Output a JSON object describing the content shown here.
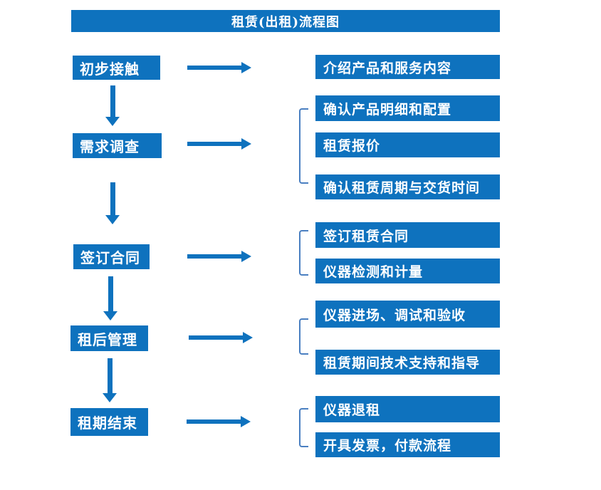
{
  "title": "租赁(出租)流程图",
  "colors": {
    "primary_blue": "#0E72BE",
    "bracket_blue": "#4A7FC1",
    "text_white": "#FFFFFF",
    "background": "#FFFFFF"
  },
  "steps": [
    {
      "label": "初步接触",
      "details": [
        "介绍产品和服务内容"
      ]
    },
    {
      "label": "需求调查",
      "details": [
        "确认产品明细和配置",
        "租赁报价",
        "确认租赁周期与交货时间"
      ]
    },
    {
      "label": "签订合同",
      "details": [
        "签订租赁合同",
        "仪器检测和计量"
      ]
    },
    {
      "label": "租后管理",
      "details": [
        "仪器进场、调试和验收",
        "租赁期间技术支持和指导"
      ]
    },
    {
      "label": "租期结束",
      "details": [
        "仪器退租",
        "开具发票，付款流程"
      ]
    }
  ]
}
